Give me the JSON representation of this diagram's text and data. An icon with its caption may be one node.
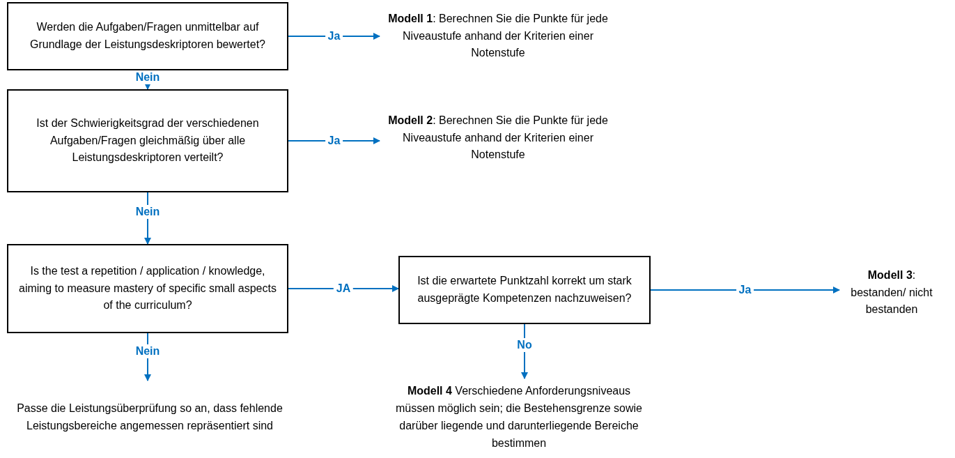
{
  "diagram": {
    "nodes": [
      {
        "text": [
          "Werden die Aufgaben/Fragen unmittelbar auf Grundlage der Leistungsdeskriptoren bewertet?"
        ]
      },
      {
        "text": [
          "**Modell 1**: Berechnen Sie die Punkte für jede Niveaustufe anhand der Kriterien einer Notenstufe"
        ]
      },
      {
        "text": [
          "Ist der Schwierigkeitsgrad der verschiedenen Aufgaben/Fragen gleichmäßig über alle Leistungsdeskriptoren verteilt?"
        ]
      },
      {
        "text": [
          "**Modell 2**: Berechnen Sie die Punkte für jede Niveaustufe anhand der Kriterien einer Notenstufe"
        ]
      },
      {
        "text": [
          "Is the test a repetition / application / knowledge, aiming to measure mastery of specific small aspects of the curriculum?"
        ]
      },
      {
        "text": [
          "Ist die erwartete Punktzahl korrekt um stark ausgeprägte Kompetenzen nachzuweisen?"
        ]
      },
      {
        "text": [
          "**Modell 3**: bestanden/ nicht bestanden"
        ]
      },
      {
        "text": [
          "Passe die Leistungsüberprüfung so an, dass fehlende Leistungsbereiche angemessen repräsentiert sind"
        ]
      },
      {
        "text": [
          "**Modell 4** Verschiedene Anforderungsniveaus müssen möglich sein; die Bestehensgrenze sowie darüber liegende und darunterliegende Bereiche bestimmen"
        ]
      }
    ],
    "edges": [
      {
        "from": 0,
        "to": 1,
        "arrow": "to",
        "label": "Ja"
      },
      {
        "from": 0,
        "to": 2,
        "arrow": "to",
        "label": "Nein"
      },
      {
        "from": 2,
        "to": 3,
        "arrow": "to",
        "label": "Ja"
      },
      {
        "from": 2,
        "to": 4,
        "arrow": "to",
        "label": "Nein"
      },
      {
        "from": 4,
        "to": 5,
        "arrow": "to",
        "label": "JA"
      },
      {
        "from": 5,
        "to": 6,
        "arrow": "to",
        "label": "Ja"
      },
      {
        "from": 4,
        "to": 7,
        "arrow": "to",
        "label": "Nein"
      },
      {
        "from": 5,
        "to": 8,
        "arrow": "to",
        "label": "No"
      }
    ]
  }
}
